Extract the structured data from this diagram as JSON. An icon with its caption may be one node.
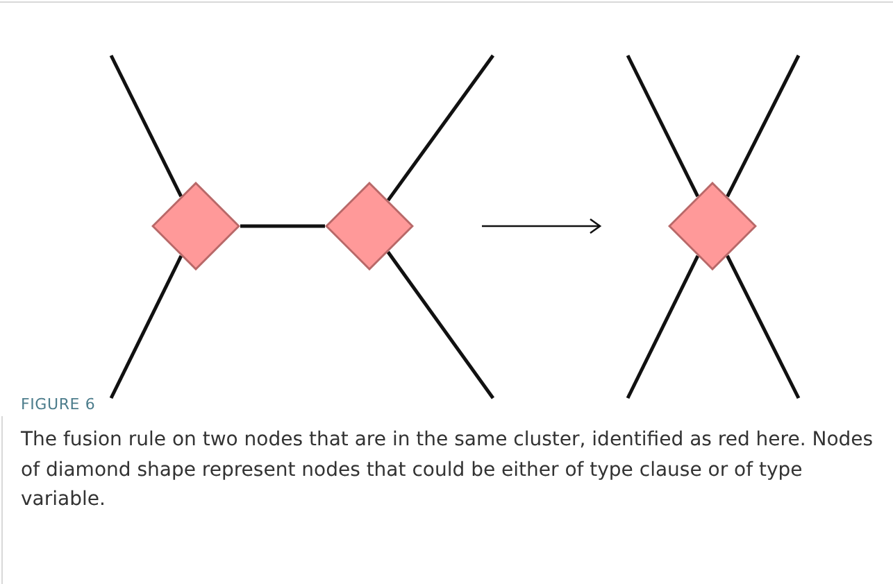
{
  "diagram": {
    "caption": "The fusion rule on two nodes that are in the same cluster, identified as red here. Nodes of diamond shape represent nodes that could be either of type clause or of type variable.",
    "nodes": [
      {
        "text": [],
        "shape": "diamond"
      },
      {
        "text": [],
        "shape": "diamond"
      },
      {
        "text": [],
        "shape": "diamond"
      }
    ],
    "edges": [
      {
        "from": null,
        "to": 0,
        "arrow": "none"
      },
      {
        "from": null,
        "to": 0,
        "arrow": "none"
      },
      {
        "from": 0,
        "to": 1,
        "arrow": "none"
      },
      {
        "from": null,
        "to": 1,
        "arrow": "none"
      },
      {
        "from": null,
        "to": 1,
        "arrow": "none"
      },
      {
        "from": null,
        "to": 2,
        "arrow": "none"
      },
      {
        "from": null,
        "to": 2,
        "arrow": "none"
      },
      {
        "from": null,
        "to": 2,
        "arrow": "none"
      },
      {
        "from": null,
        "to": 2,
        "arrow": "none"
      }
    ],
    "labels": [
      "FIGURE 6"
    ]
  }
}
